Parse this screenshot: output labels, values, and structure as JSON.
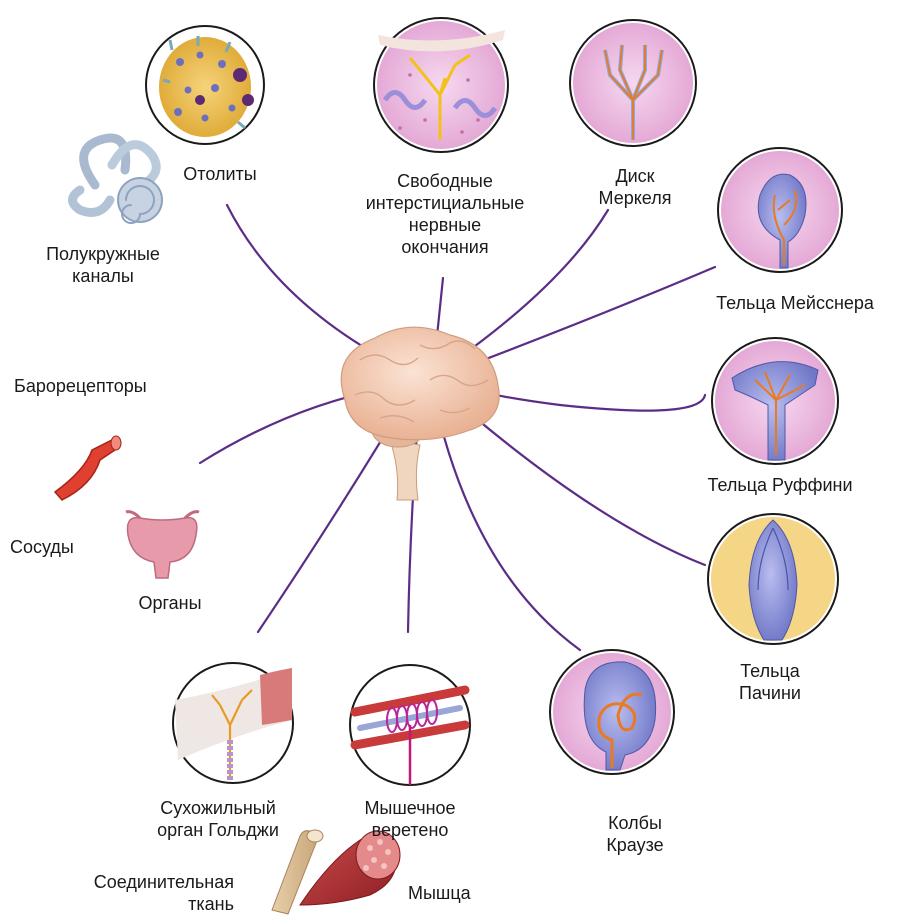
{
  "labels": {
    "otolity": "Отолиты",
    "polukruzhnye_1": "Полукружные",
    "polukruzhnye_2": "каналы",
    "svobodnye_1": "Свободные",
    "svobodnye_2": "интерстициальные",
    "svobodnye_3": "нервные",
    "svobodnye_4": "окончания",
    "merkel_1": "Диск",
    "merkel_2": "Меркеля",
    "meissner": "Тельца Мейсснера",
    "baroreceptory": "Барорецепторы",
    "ruffini": "Тельца Руффини",
    "sosudy": "Сосуды",
    "organy": "Органы",
    "pacini_1": "Тельца",
    "pacini_2": "Пачини",
    "golgi_1": "Сухожильный",
    "golgi_2": "орган Гольджи",
    "spindle_1": "Мышечное",
    "spindle_2": "веретено",
    "krause_1": "Колбы",
    "krause_2": "Краузе",
    "connective_1": "Соединительная",
    "connective_2": "ткань",
    "muscle": "Мышца"
  },
  "colors": {
    "connector_line": "#5b2d86",
    "brain": "#f3c9b2",
    "skin_tissue": "#e9b8dc",
    "nerve": "#e97a22",
    "capsule": "#7f86cf",
    "artery": "#e23b2a"
  }
}
